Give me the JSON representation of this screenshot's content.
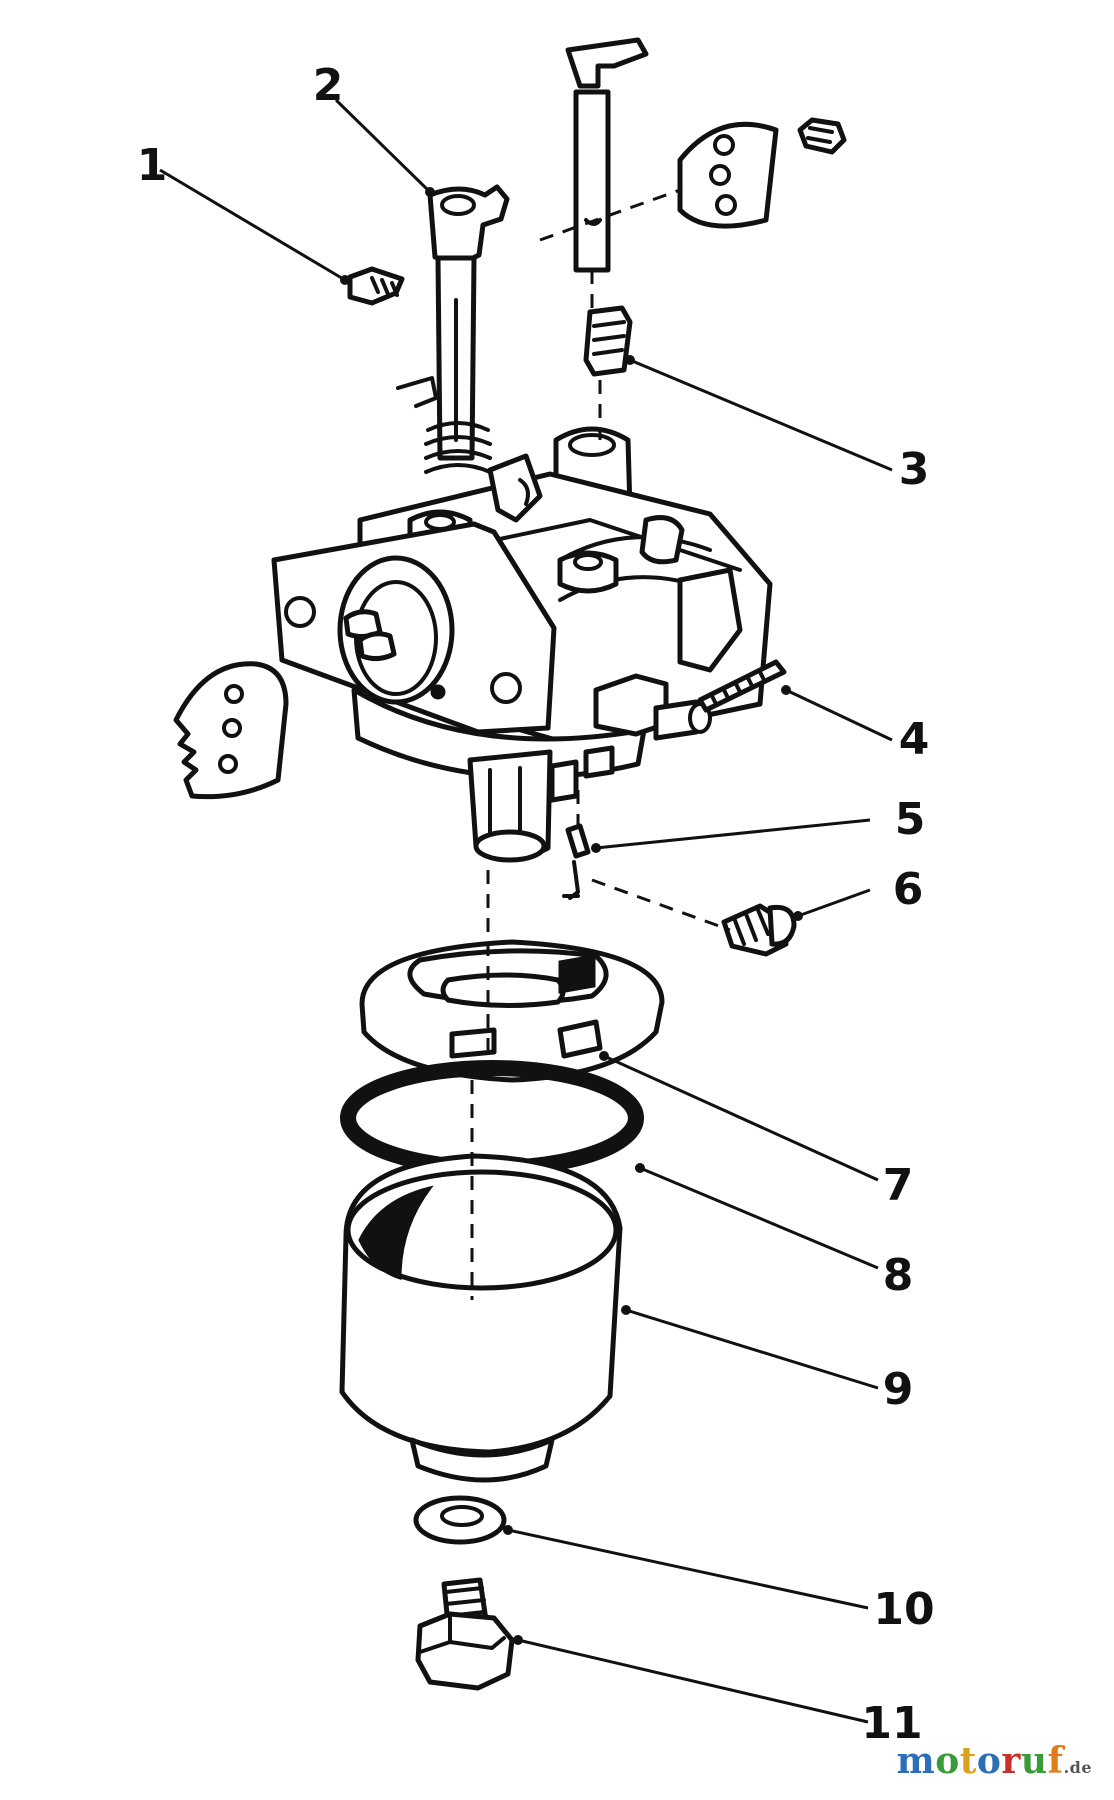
{
  "callouts": [
    {
      "id": "callout-1",
      "label": "1"
    },
    {
      "id": "callout-2",
      "label": "2"
    },
    {
      "id": "callout-3",
      "label": "3"
    },
    {
      "id": "callout-4",
      "label": "4"
    },
    {
      "id": "callout-5",
      "label": "5"
    },
    {
      "id": "callout-6",
      "label": "6"
    },
    {
      "id": "callout-7",
      "label": "7"
    },
    {
      "id": "callout-8",
      "label": "8"
    },
    {
      "id": "callout-9",
      "label": "9"
    },
    {
      "id": "callout-10",
      "label": "10"
    },
    {
      "id": "callout-11",
      "label": "11"
    }
  ],
  "watermark": {
    "letters": [
      "m",
      "o",
      "t",
      "o",
      "r",
      "u",
      "f"
    ],
    "colors": [
      "#2a6fb8",
      "#3a9a3a",
      "#d9a21a",
      "#2a6fb8",
      "#c9302c",
      "#3a9a3a",
      "#e07b1a"
    ],
    "suffix": ".de",
    "suffix_color": "#555555"
  }
}
